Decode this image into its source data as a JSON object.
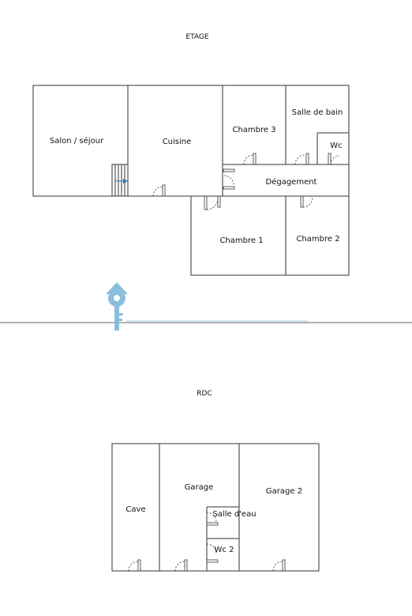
{
  "floors": {
    "etage": {
      "title": "ETAGE",
      "rooms": {
        "salon": "Salon / séjour",
        "cuisine": "Cuisine",
        "chambre3": "Chambre 3",
        "salle_de_bain": "Salle de bain",
        "wc": "Wc",
        "degagement": "Dégagement",
        "chambre1": "Chambre 1",
        "chambre2": "Chambre 2"
      }
    },
    "rdc": {
      "title": "RDC",
      "rooms": {
        "cave": "Cave",
        "garage": "Garage",
        "garage2": "Garage 2",
        "salle_deau": "Salle d'eau",
        "wc2": "Wc 2"
      }
    }
  },
  "colors": {
    "wall": "#333333",
    "watermark": "#7fb6d9"
  },
  "icons": {
    "watermark": "house-key-logo-icon"
  }
}
